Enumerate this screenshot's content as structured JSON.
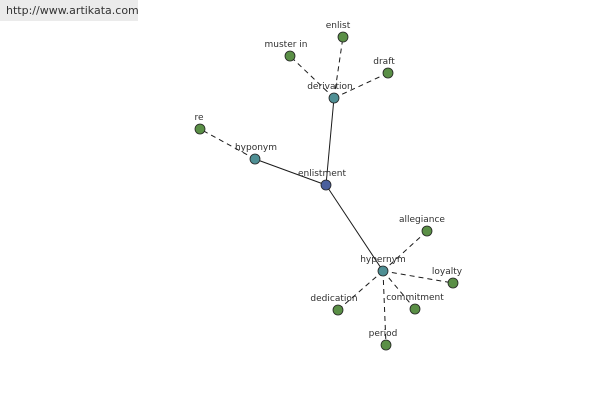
{
  "banner": {
    "url": "http://www.artikata.com"
  },
  "colors": {
    "root": "#4a5f9c",
    "relation": "#4f8f94",
    "leaf": "#5a8f46",
    "stroke": "#1a1a1a"
  },
  "graph": {
    "root": {
      "id": "enlistment",
      "label": "enlistment"
    },
    "relations": [
      {
        "id": "derivation",
        "label": "derivation",
        "leaves": [
          "enlist",
          "muster in",
          "draft"
        ]
      },
      {
        "id": "hyponym",
        "label": "hyponym",
        "leaves": [
          "re"
        ]
      },
      {
        "id": "hypernym",
        "label": "hypernym",
        "leaves": [
          "allegiance",
          "loyalty",
          "commitment",
          "dedication",
          "period"
        ]
      }
    ]
  }
}
